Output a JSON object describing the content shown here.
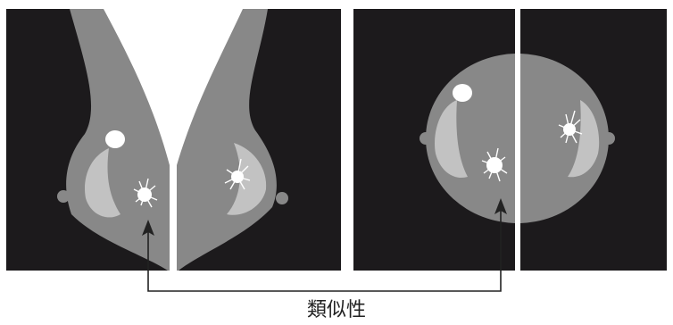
{
  "caption": "類似性",
  "colors": {
    "background": "#1c1a1c",
    "tissue": "#888888",
    "dense_region": "#c2c2c2",
    "lesion": "#ffffff",
    "outline": "#222222"
  },
  "panels": [
    {
      "view": "MLO",
      "side": "right"
    },
    {
      "view": "MLO",
      "side": "left"
    },
    {
      "view": "CC",
      "side": "right"
    },
    {
      "view": "CC",
      "side": "left"
    }
  ],
  "connector": {
    "icon": "arrow-up-icon",
    "count": 2
  }
}
